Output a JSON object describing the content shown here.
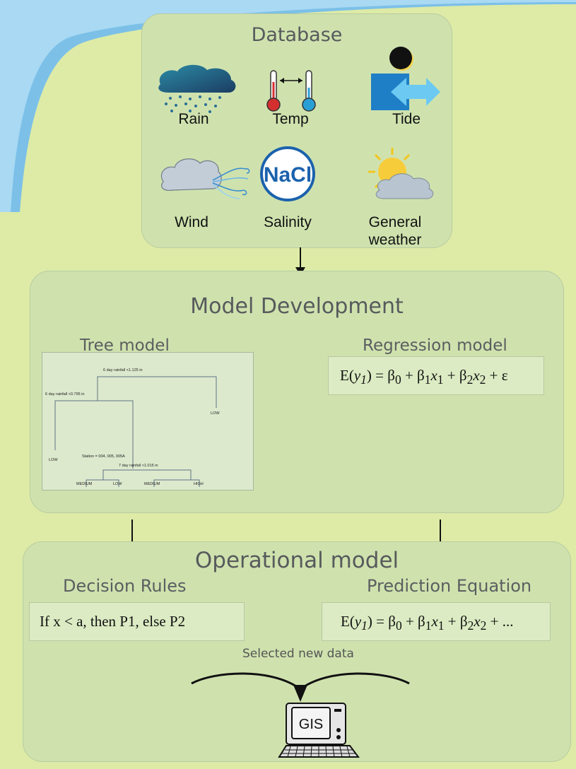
{
  "database": {
    "title": "Database",
    "items": [
      {
        "label": "Rain",
        "icon": "rain-cloud-icon"
      },
      {
        "label": "Temp",
        "icon": "thermometers-icon"
      },
      {
        "label": "Tide",
        "icon": "tide-icon"
      },
      {
        "label": "Wind",
        "icon": "wind-icon"
      },
      {
        "label": "Salinity",
        "icon": "nacl-icon",
        "icon_text": "NaCl"
      },
      {
        "label": "General weather",
        "icon": "sun-cloud-icon"
      }
    ]
  },
  "model_development": {
    "title": "Model Development",
    "tree_label": "Tree model",
    "regression_label": "Regression model",
    "tree_nodes": {
      "root": "6 day rainfall <1.125 in",
      "n1": "6 day rainfall <0.795 in",
      "n2": "Station = 004, 005, 005A",
      "n3": "7 day rainfall <1.015 in",
      "leaf_low_right": "LOW",
      "leaf_low_left": "LOW",
      "leaf_medium_1": "MEDIUM",
      "leaf_low_mid": "LOW",
      "leaf_medium_2": "MEDIUM",
      "leaf_high": "HIGH"
    }
  },
  "operational": {
    "title": "Operational model",
    "rules_label": "Decision Rules",
    "prediction_label": "Prediction Equation",
    "rule_text": "If x < a, then P1, else P2",
    "new_data_label": "Selected new data",
    "gis_label": "GIS"
  },
  "colors": {
    "background": "#ddeba7",
    "panel": "#cfe2ae",
    "swoosh": "#7cc0e8"
  }
}
